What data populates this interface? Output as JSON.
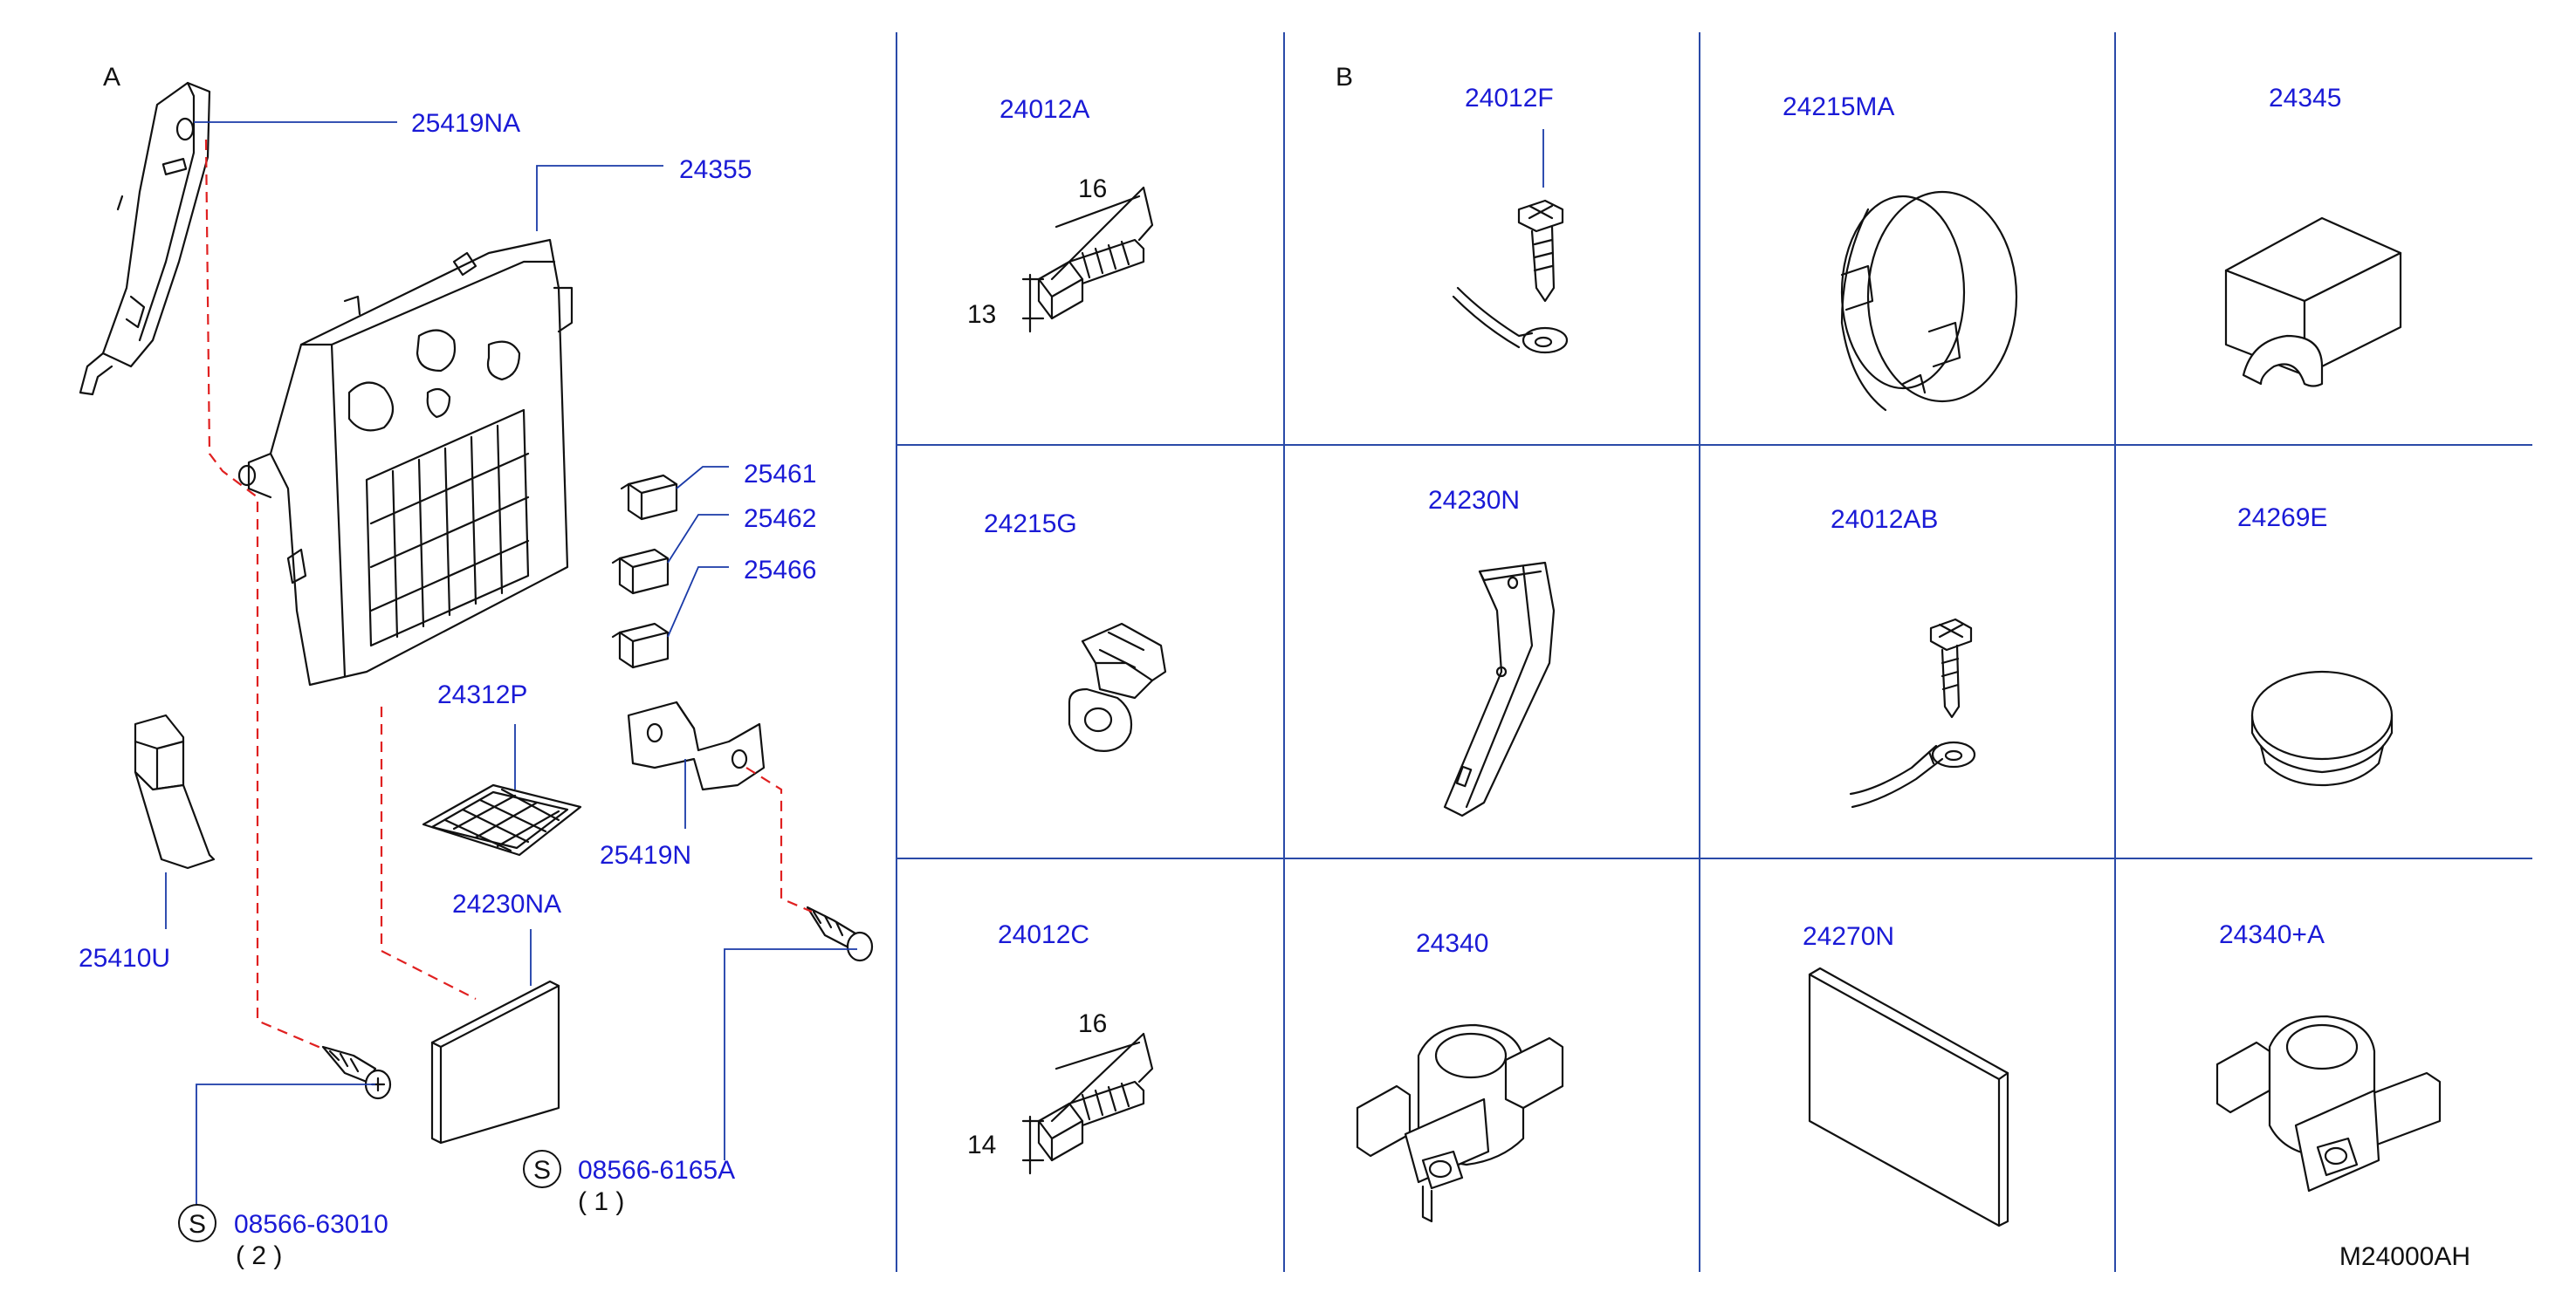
{
  "section_a_label": "A",
  "section_b_label": "B",
  "diagram_code": "M24000AH",
  "dimension_labels": {
    "a_length": "16",
    "a_height": "13",
    "c_length": "16",
    "c_height": "14"
  },
  "section_a": {
    "parts": [
      {
        "id": "25419NA"
      },
      {
        "id": "24355"
      },
      {
        "id": "25461"
      },
      {
        "id": "25462"
      },
      {
        "id": "25466"
      },
      {
        "id": "24312P"
      },
      {
        "id": "25419N"
      },
      {
        "id": "24230NA"
      },
      {
        "id": "25410U"
      }
    ],
    "screws": [
      {
        "symbol": "S",
        "id": "08566-63010",
        "qty": "( 2 )"
      },
      {
        "symbol": "S",
        "id": "08566-6165A",
        "qty": "( 1 )"
      }
    ]
  },
  "section_b": {
    "cells": [
      {
        "id": "24012A"
      },
      {
        "id": "24012F"
      },
      {
        "id": "24215MA"
      },
      {
        "id": "24345"
      },
      {
        "id": "24215G"
      },
      {
        "id": "24230N"
      },
      {
        "id": "24012AB"
      },
      {
        "id": "24269E"
      },
      {
        "id": "24012C"
      },
      {
        "id": "24340"
      },
      {
        "id": "24270N"
      },
      {
        "id": "24340+A"
      }
    ]
  }
}
